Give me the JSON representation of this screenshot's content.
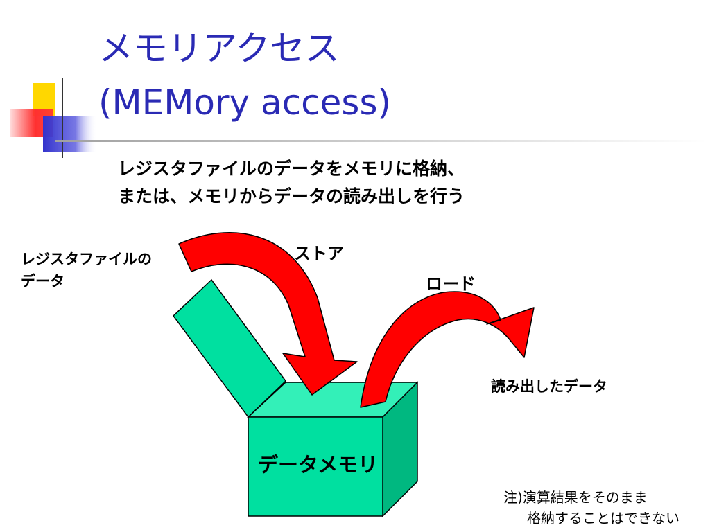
{
  "title": {
    "line1": "メモリアクセス",
    "line2": "(MEMory access)"
  },
  "subtitle": {
    "line1": "レジスタファイルのデータをメモリに格納、",
    "line2": "または、メモリからデータの読み出しを行う"
  },
  "labels": {
    "register_data_line1": "レジスタファイルの",
    "register_data_line2": "データ",
    "store": "ストア",
    "load": "ロード",
    "read_data": "読み出したデータ",
    "data_memory": "データメモリ"
  },
  "note": {
    "line1": "注)演算結果をそのまま",
    "line2": "格納することはできない"
  },
  "colors": {
    "title": "#2a2ab4",
    "arrow": "#ff0000",
    "box_front": "#00e0a0",
    "box_top": "#33f0b8",
    "box_side": "#00b880",
    "deco_yellow": "#ffd700",
    "deco_red": "#ff3030",
    "deco_blue": "#3333cc"
  },
  "icons": {
    "corner_decoration": "slide-corner-decoration-icon"
  }
}
